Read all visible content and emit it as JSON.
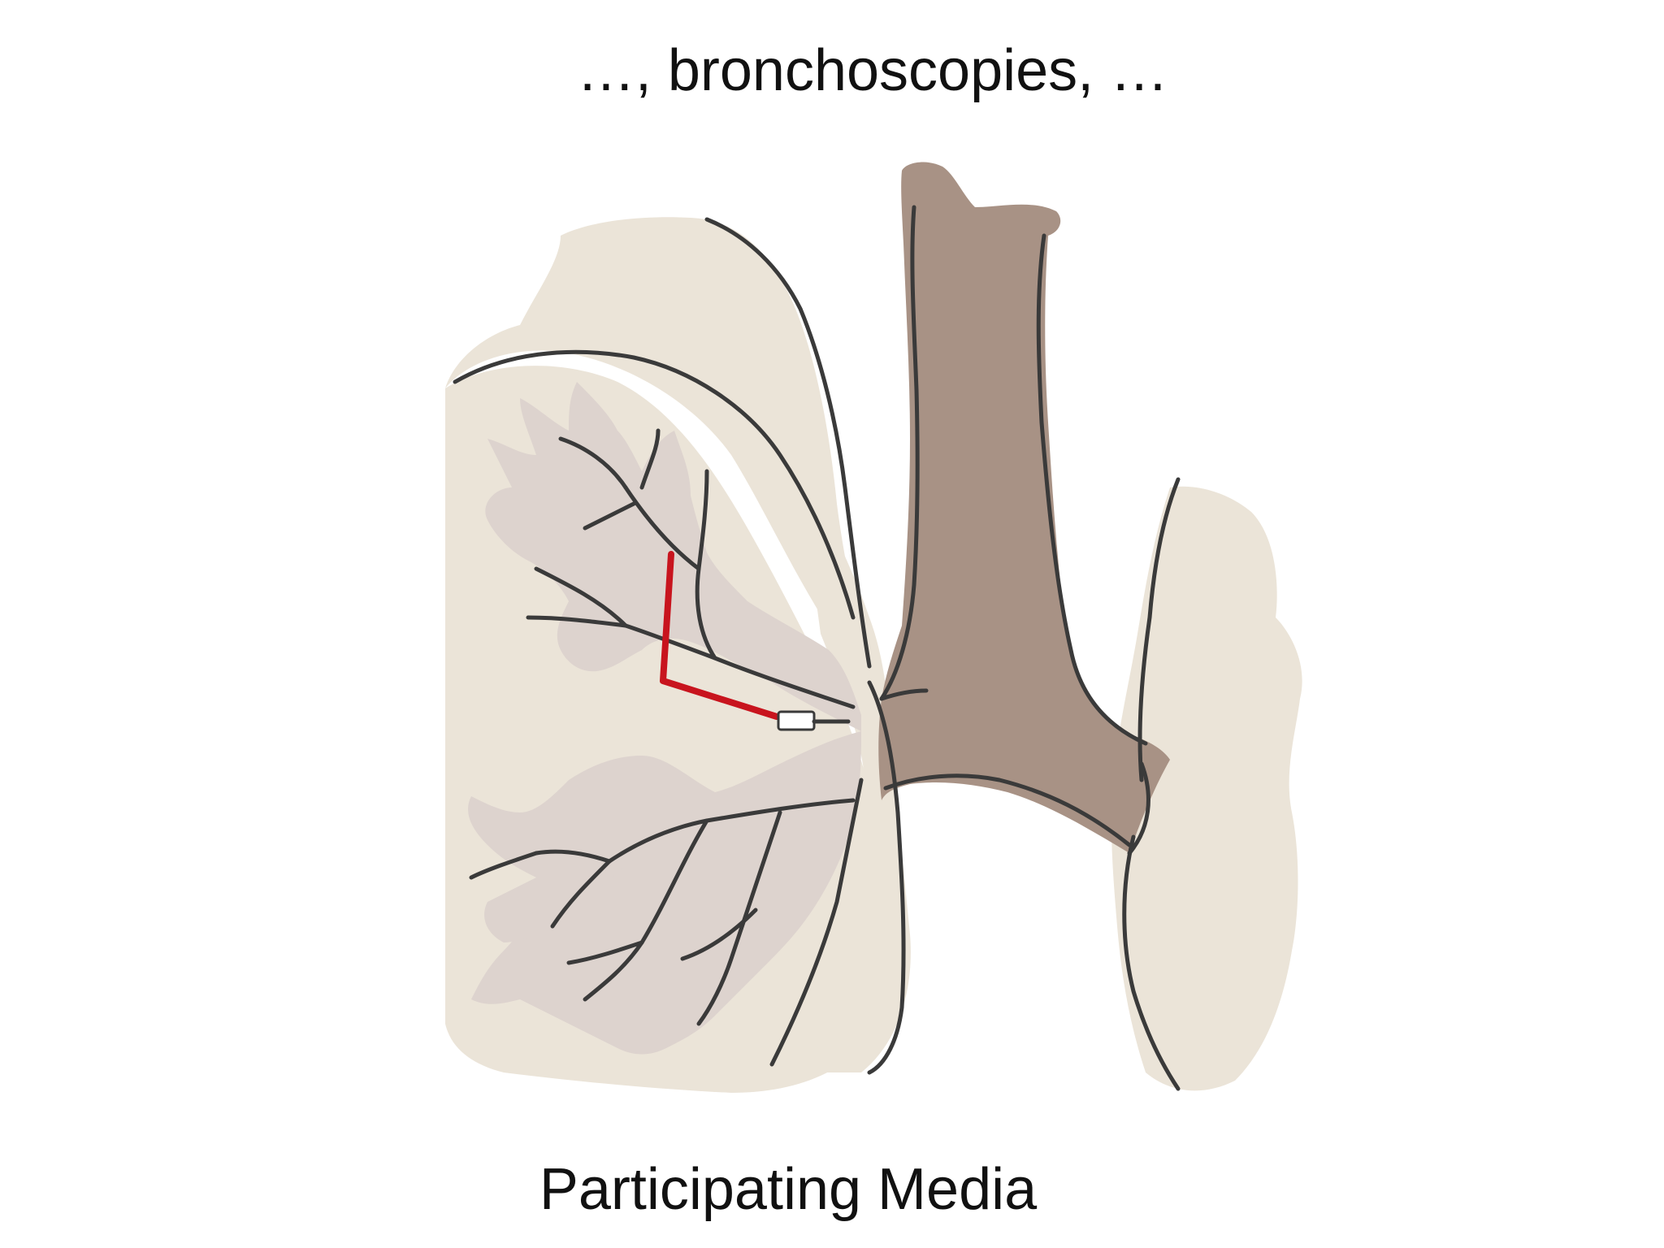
{
  "slide": {
    "title": "…, bronchoscopies, …",
    "caption": "Participating Media"
  },
  "illustration": {
    "name": "lung-bronchoscopy-illustration",
    "colors": {
      "lung_tissue": "#ebe4d8",
      "bronchial_tree": "#ddd3ce",
      "trachea": "#a89285",
      "outline": "#3a3a3a",
      "catheter": "#c8141e"
    }
  }
}
